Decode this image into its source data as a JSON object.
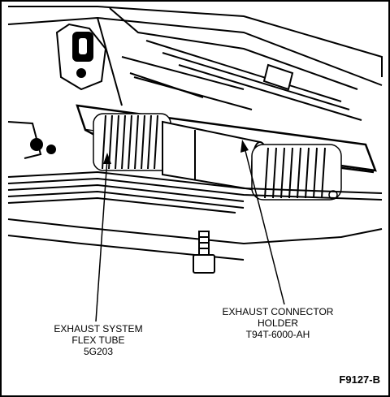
{
  "callouts": {
    "flex_tube": {
      "line1": "EXHAUST SYSTEM",
      "line2": "FLEX TUBE",
      "line3": "5G203"
    },
    "connector_holder": {
      "line1": "EXHAUST CONNECTOR",
      "line2": "HOLDER",
      "line3": "T94T-6000-AH"
    }
  },
  "figure_code": "F9127-B",
  "colors": {
    "line": "#000000",
    "background": "#ffffff"
  }
}
